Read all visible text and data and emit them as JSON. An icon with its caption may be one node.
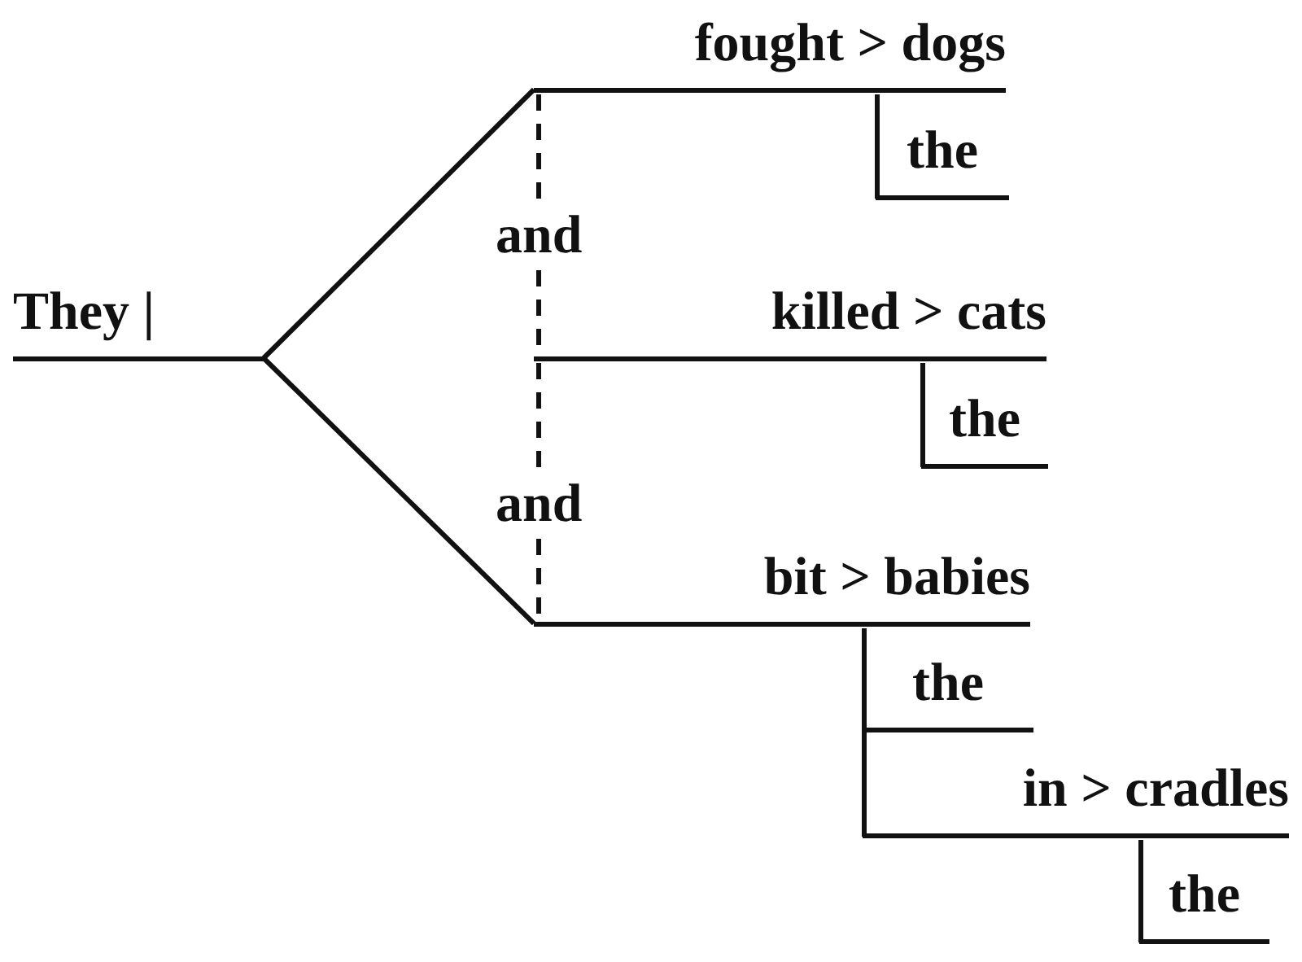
{
  "diagram": {
    "nodes": [
      {
        "text": [
          "They |"
        ]
      },
      {
        "text": [
          "fought > dogs"
        ]
      },
      {
        "text": [
          "the"
        ]
      },
      {
        "text": [
          "killed > cats"
        ]
      },
      {
        "text": [
          "the"
        ]
      },
      {
        "text": [
          "bit > babies"
        ]
      },
      {
        "text": [
          "the"
        ]
      },
      {
        "text": [
          "in > cradles"
        ]
      },
      {
        "text": [
          "the"
        ]
      }
    ],
    "edges": [
      {
        "from": 0,
        "to": 1,
        "arrow": "none"
      },
      {
        "from": 0,
        "to": 5,
        "arrow": "none"
      },
      {
        "from": 1,
        "to": 3,
        "arrow": "none",
        "style": "dashed",
        "label": "and"
      },
      {
        "from": 3,
        "to": 5,
        "arrow": "none",
        "style": "dashed",
        "label": "and"
      },
      {
        "from": 1,
        "to": 2,
        "arrow": "none"
      },
      {
        "from": 3,
        "to": 4,
        "arrow": "none"
      },
      {
        "from": 5,
        "to": 6,
        "arrow": "none"
      },
      {
        "from": 5,
        "to": 7,
        "arrow": "none"
      },
      {
        "from": 7,
        "to": 8,
        "arrow": "none"
      }
    ]
  }
}
